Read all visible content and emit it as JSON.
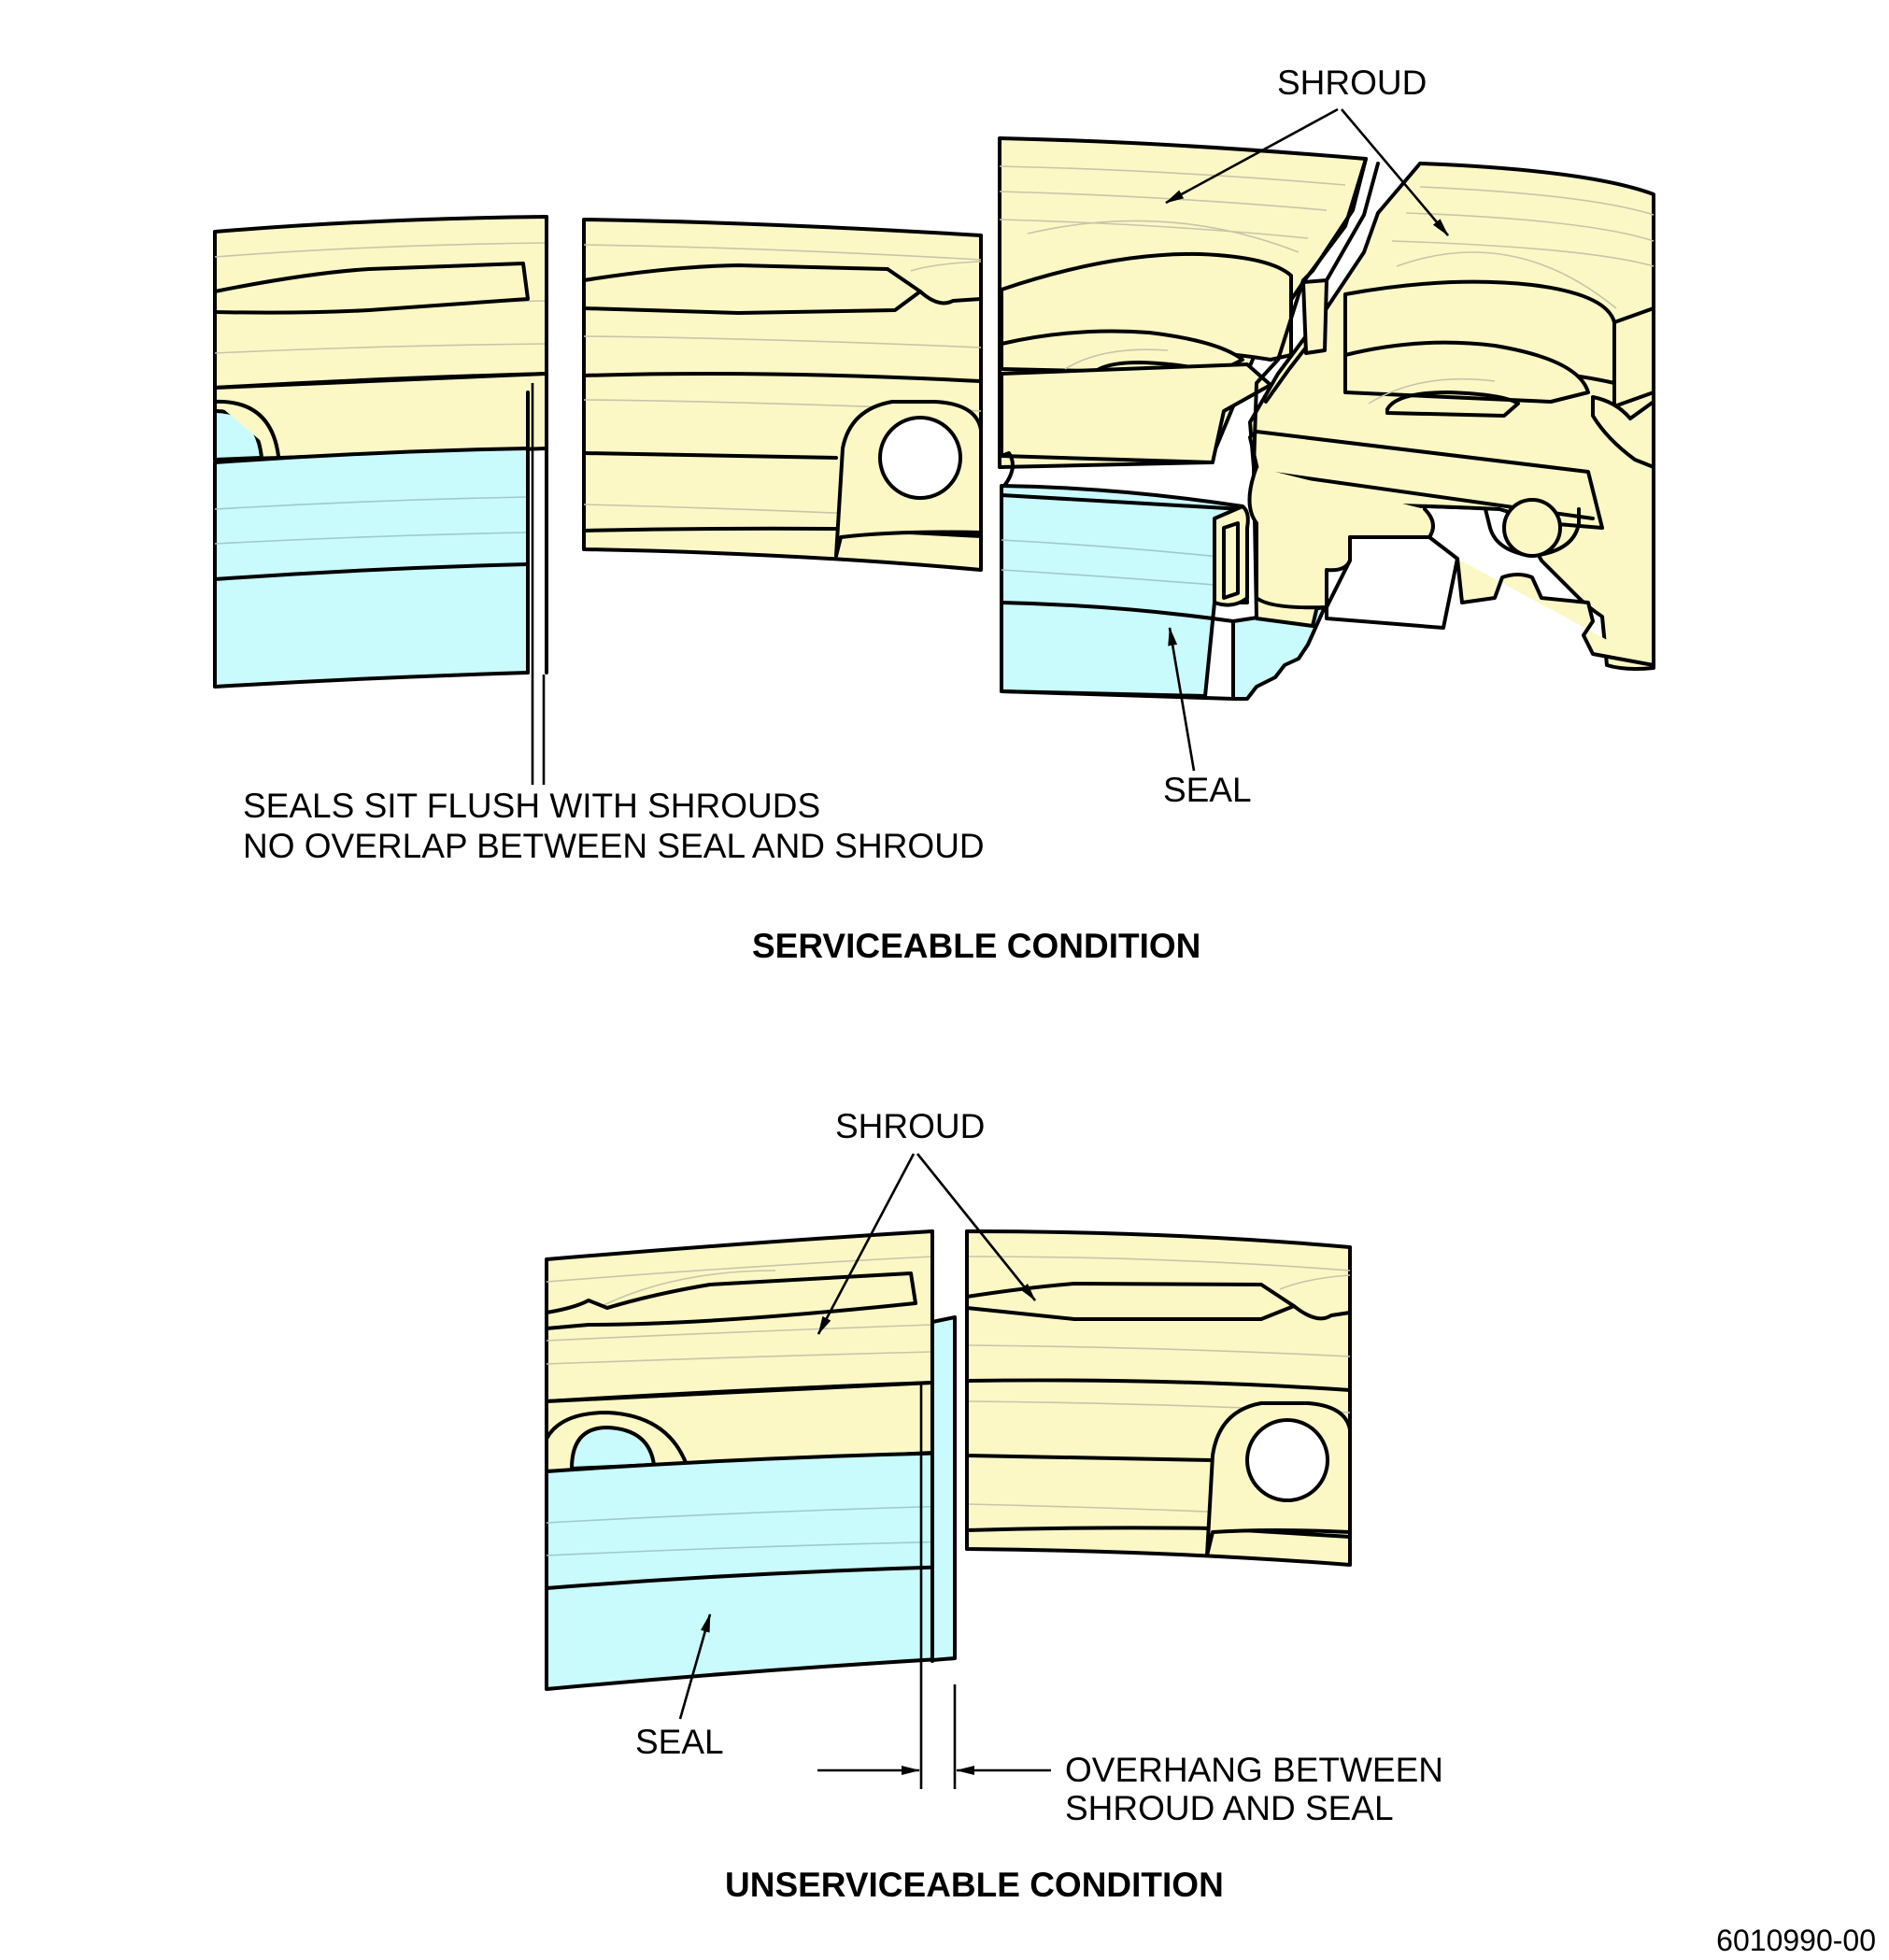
{
  "colors": {
    "shroud_fill": "#fbf8c6",
    "seal_fill": "#c9fbfc",
    "outline": "#000000",
    "background": "#ffffff"
  },
  "serviceable": {
    "title": "SERVICEABLE CONDITION",
    "shroud_label": "SHROUD",
    "seal_label": "SEAL",
    "note_line1": "SEALS SIT FLUSH WITH SHROUDS",
    "note_line2": "NO OVERLAP BETWEEN SEAL AND SHROUD"
  },
  "unserviceable": {
    "title": "UNSERVICEABLE CONDITION",
    "shroud_label": "SHROUD",
    "seal_label": "SEAL",
    "overhang_line1": "OVERHANG BETWEEN",
    "overhang_line2": "SHROUD AND SEAL"
  },
  "figure_number": "6010990-00"
}
